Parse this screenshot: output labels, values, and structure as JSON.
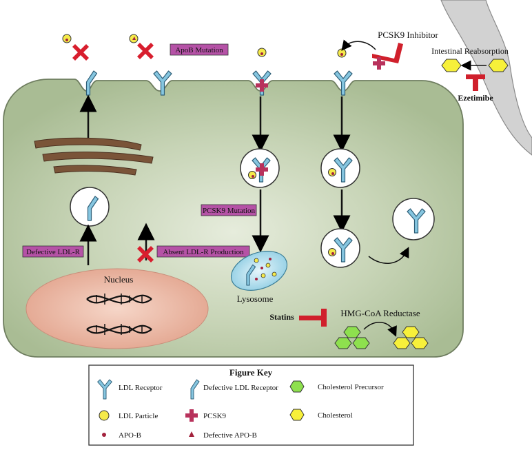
{
  "labels": {
    "apob_mutation": "ApoB Mutation",
    "pcsk9_inhibitor": "PCSK9 Inhibitor",
    "intestinal_reabsorption": "Intestinal Reabsorption",
    "ezetimibe": "Ezetimibe",
    "pcsk9_mutation": "PCSK9 Mutation",
    "defective_ldlr": "Defective LDL-R",
    "absent_ldlr_production": "Absent LDL-R Production",
    "nucleus": "Nucleus",
    "lysosome": "Lysosome",
    "statins": "Statins",
    "hmg_coa_reductase": "HMG-CoA Reductase"
  },
  "key": {
    "title": "Figure Key",
    "ldl_receptor": "LDL Receptor",
    "defective_ldl_receptor": "Defective LDL Receptor",
    "cholesterol_precursor": "Cholesterol Precursor",
    "ldl_particle": "LDL Particle",
    "pcsk9": "PCSK9",
    "cholesterol": "Cholesterol",
    "apo_b": "APO-B",
    "defective_apo_b": "Defective APO-B"
  },
  "colors": {
    "cell_fill": "#b9c8a6",
    "cell_center": "#dfe7d2",
    "receptor": "#86c6e0",
    "receptor_stroke": "#2f5f78",
    "pcsk9": "#b8325c",
    "ldl_particle": "#f5ea4a",
    "apo_b": "#a3223d",
    "cross": "#d81e2e",
    "inhibitor": "#d0202c",
    "label_box": "#b552a6",
    "nucleus": "#e9b7a4",
    "lysosome": "#a9d9ea",
    "precursor": "#8ee04e",
    "cholesterol": "#f7f03a",
    "intestine": "#cfcfcf"
  }
}
